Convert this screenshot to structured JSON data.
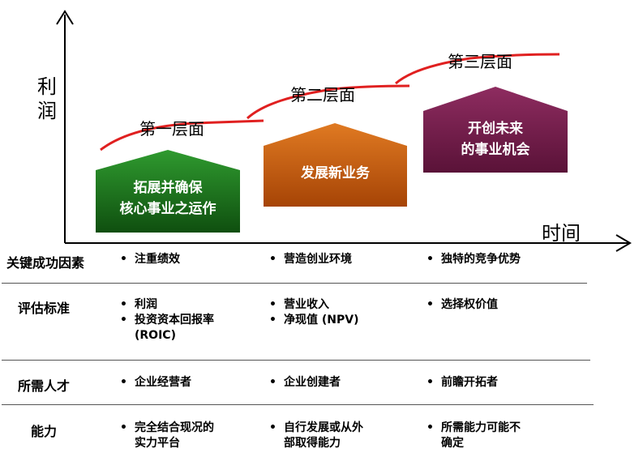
{
  "axes": {
    "y_label": "利润",
    "x_label": "时间"
  },
  "layers": [
    {
      "label": "第一层面"
    },
    {
      "label": "第二层面"
    },
    {
      "label": "第三层面"
    }
  ],
  "houses": [
    {
      "line1": "拓展并确保",
      "line2": "核心事业之运作",
      "color": "#1f7a1f"
    },
    {
      "line1": "发展新业务",
      "line2": "",
      "color": "#c8560b"
    },
    {
      "line1": "开创未来",
      "line2": "的事业机会",
      "color": "#7a1e4f"
    }
  ],
  "curve_color": "#e02020",
  "table": {
    "rows": [
      {
        "label": "关键成功因素",
        "cells": [
          [
            "注重绩效"
          ],
          [
            "营造创业环境"
          ],
          [
            "独特的竞争优势"
          ]
        ]
      },
      {
        "label": "评估标准",
        "cells": [
          [
            "利润",
            "投资资本回报率\n(ROIC)"
          ],
          [
            "营业收入",
            "净现值 (NPV)"
          ],
          [
            "选择权价值"
          ]
        ]
      },
      {
        "label": "所需人才",
        "cells": [
          [
            "企业经营者"
          ],
          [
            "企业创建者"
          ],
          [
            "前瞻开拓者"
          ]
        ]
      },
      {
        "label": "能力",
        "cells": [
          [
            "完全结合现况的\n实力平台"
          ],
          [
            "自行发展或从外\n部取得能力"
          ],
          [
            "所需能力可能不\n确定"
          ]
        ]
      }
    ]
  }
}
